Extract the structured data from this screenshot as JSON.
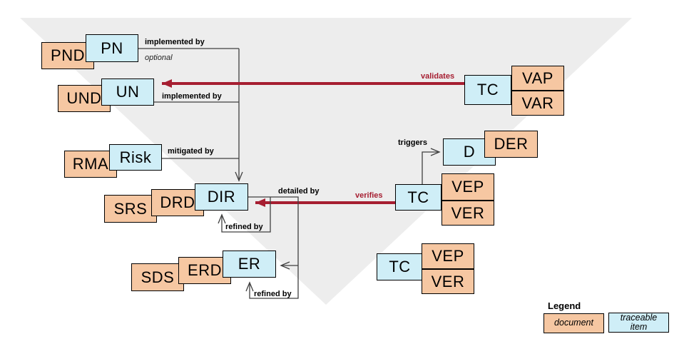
{
  "colors": {
    "document_fill": "#f6c7a2",
    "traceable_item_fill": "#cfeef7",
    "relation_arrow": "#a61e31",
    "connector_line": "#404040",
    "watermark_triangle": "#ededed"
  },
  "nodes": [
    {
      "id": "pnd",
      "label": "PND",
      "type": "document"
    },
    {
      "id": "pn",
      "label": "PN",
      "type": "traceable-item"
    },
    {
      "id": "und",
      "label": "UND",
      "type": "document"
    },
    {
      "id": "un",
      "label": "UN",
      "type": "traceable-item"
    },
    {
      "id": "rma",
      "label": "RMA",
      "type": "document"
    },
    {
      "id": "risk",
      "label": "Risk",
      "type": "traceable-item"
    },
    {
      "id": "srs",
      "label": "SRS",
      "type": "document"
    },
    {
      "id": "drd",
      "label": "DRD",
      "type": "document"
    },
    {
      "id": "dir",
      "label": "DIR",
      "type": "traceable-item"
    },
    {
      "id": "sds",
      "label": "SDS",
      "type": "document"
    },
    {
      "id": "erd",
      "label": "ERD",
      "type": "document"
    },
    {
      "id": "er",
      "label": "ER",
      "type": "traceable-item"
    },
    {
      "id": "tc-validates",
      "label": "TC",
      "type": "traceable-item"
    },
    {
      "id": "vap",
      "label": "VAP",
      "type": "document"
    },
    {
      "id": "var",
      "label": "VAR",
      "type": "document"
    },
    {
      "id": "d",
      "label": "D",
      "type": "traceable-item"
    },
    {
      "id": "der",
      "label": "DER",
      "type": "document"
    },
    {
      "id": "tc-verifies",
      "label": "TC",
      "type": "traceable-item"
    },
    {
      "id": "vep-verifies",
      "label": "VEP",
      "type": "document"
    },
    {
      "id": "ver-verifies",
      "label": "VER",
      "type": "document"
    },
    {
      "id": "tc-standalone",
      "label": "TC",
      "type": "traceable-item"
    },
    {
      "id": "vep-standalone",
      "label": "VEP",
      "type": "document"
    },
    {
      "id": "ver-standalone",
      "label": "VER",
      "type": "document"
    }
  ],
  "edge_labels": [
    {
      "id": "implemented-by-pn",
      "text": "implemented by"
    },
    {
      "id": "optional",
      "text": "optional"
    },
    {
      "id": "validates",
      "text": "validates"
    },
    {
      "id": "implemented-by-un",
      "text": "implemented by"
    },
    {
      "id": "mitigated-by",
      "text": "mitigated by"
    },
    {
      "id": "triggers",
      "text": "triggers"
    },
    {
      "id": "detailed-by",
      "text": "detailed by"
    },
    {
      "id": "verifies",
      "text": "verifies"
    },
    {
      "id": "refined-by-dir",
      "text": "refined by"
    },
    {
      "id": "refined-by-er",
      "text": "refined by"
    }
  ],
  "legend": {
    "title": "Legend",
    "document_label": "document",
    "traceable_item_label": "traceable item"
  }
}
